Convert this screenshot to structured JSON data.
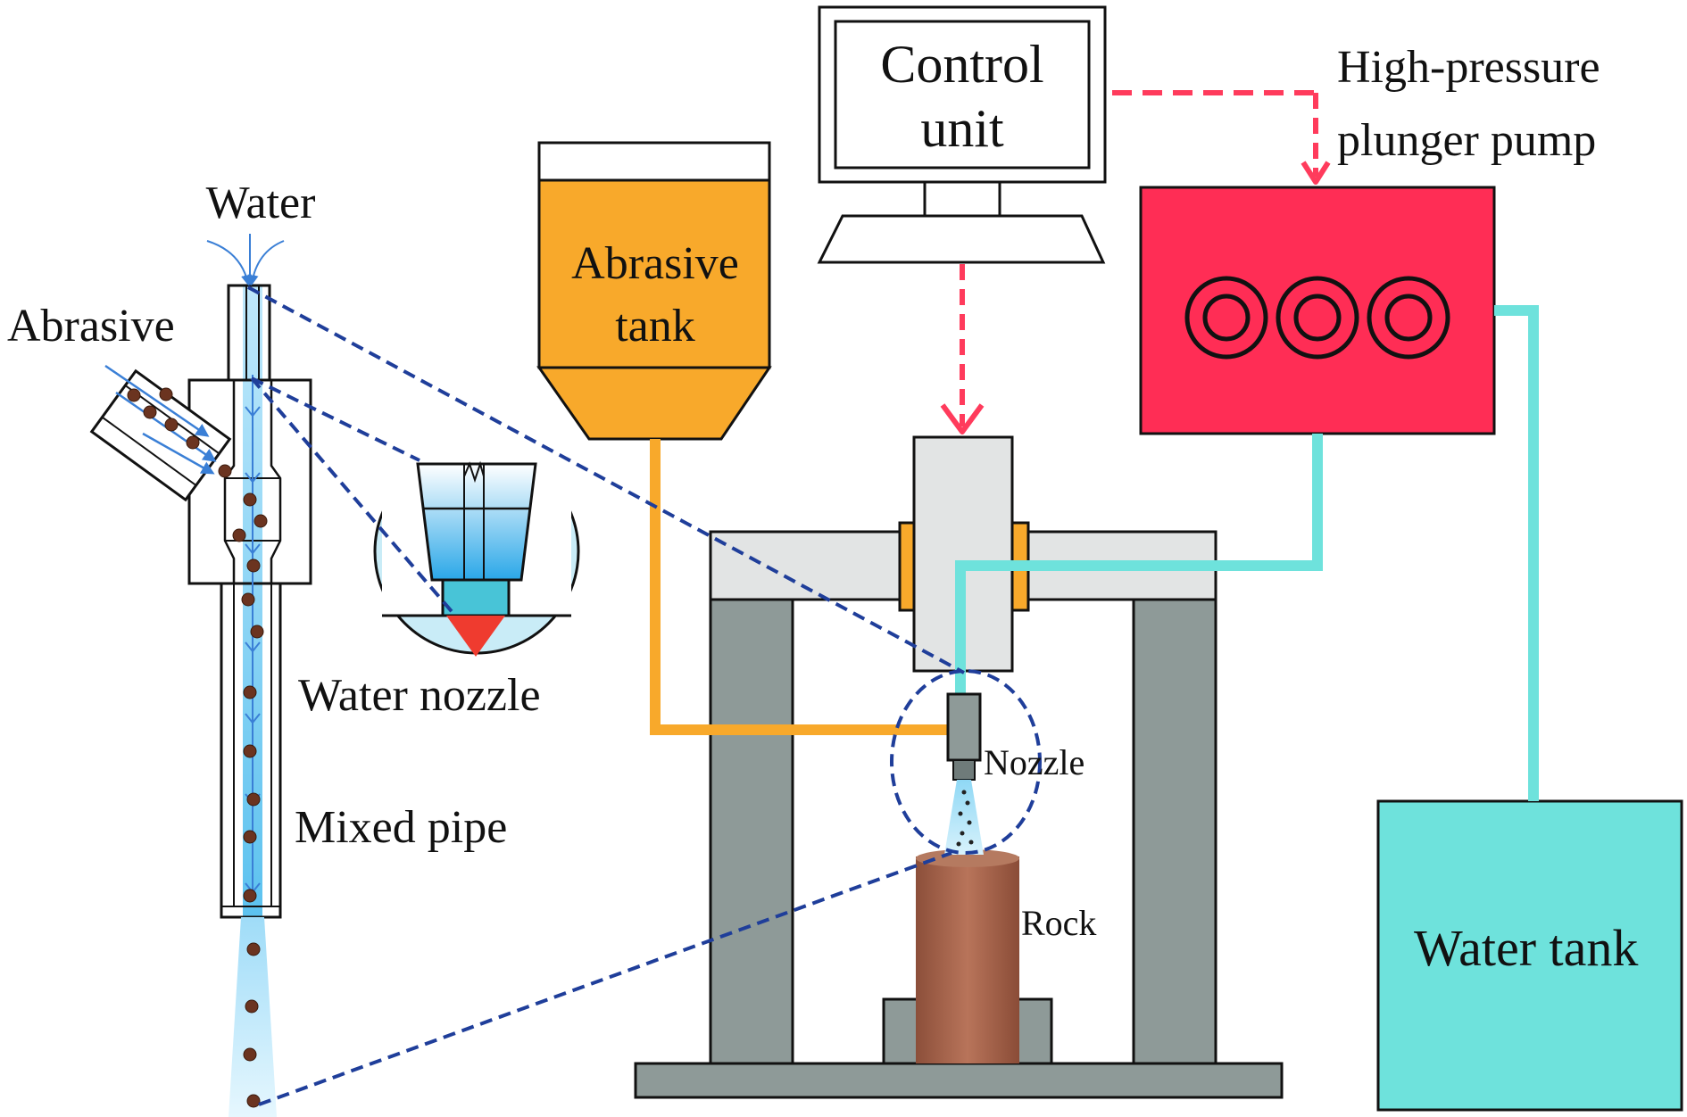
{
  "labels": {
    "water": "Water",
    "abrasive": "Abrasive",
    "water_nozzle": "Water nozzle",
    "mixed_pipe": "Mixed pipe",
    "abrasive_tank_line1": "Abrasive",
    "abrasive_tank_line2": "tank",
    "control_unit_line1": "Control",
    "control_unit_line2": "unit",
    "pump_line1": "High-pressure",
    "pump_line2": "plunger pump",
    "nozzle": "Nozzle",
    "rock": "Rock",
    "water_tank": "Water tank"
  },
  "colors": {
    "abrasive_tank": "#F8A92B",
    "pump": "#FF2D55",
    "water_tank": "#6EE2DC",
    "water_line": "#6EE2DC",
    "abrasive_line": "#F8A92B",
    "frame": "#8E9A98",
    "crossbar": "#E2E4E4",
    "control_arrow": "#FF3B5C",
    "zoom_line": "#1F3E9A",
    "rock": "#A5634A",
    "particle": "#6B3420"
  }
}
